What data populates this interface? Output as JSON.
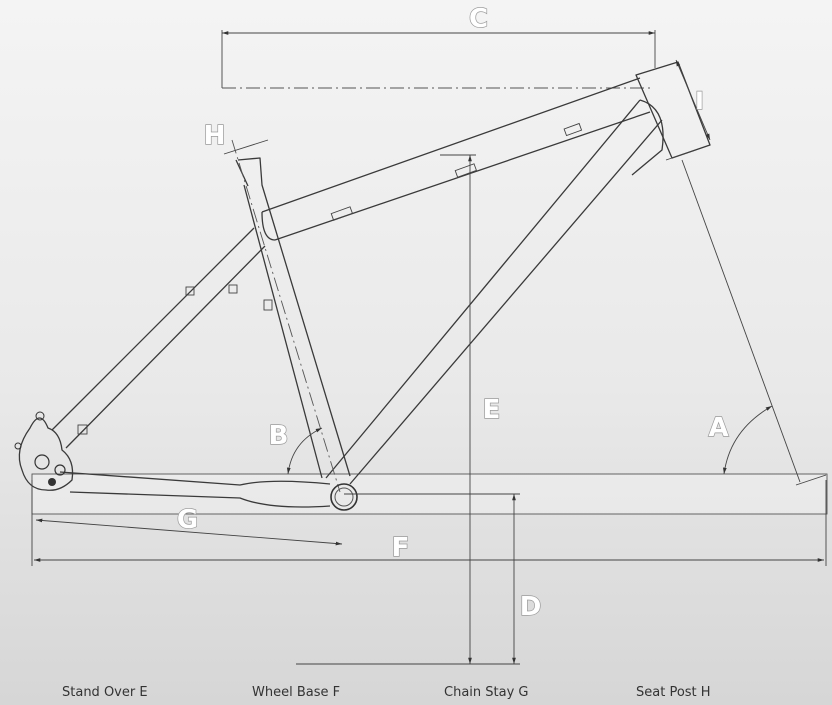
{
  "dimension_labels": {
    "a": "A",
    "b": "B",
    "c": "C",
    "d": "D",
    "e": "E",
    "f": "F",
    "g": "G",
    "h": "H",
    "i": "I"
  },
  "captions": [
    "Stand Over E",
    "Wheel Base F",
    "Chain Stay G",
    "Seat Post  H"
  ]
}
